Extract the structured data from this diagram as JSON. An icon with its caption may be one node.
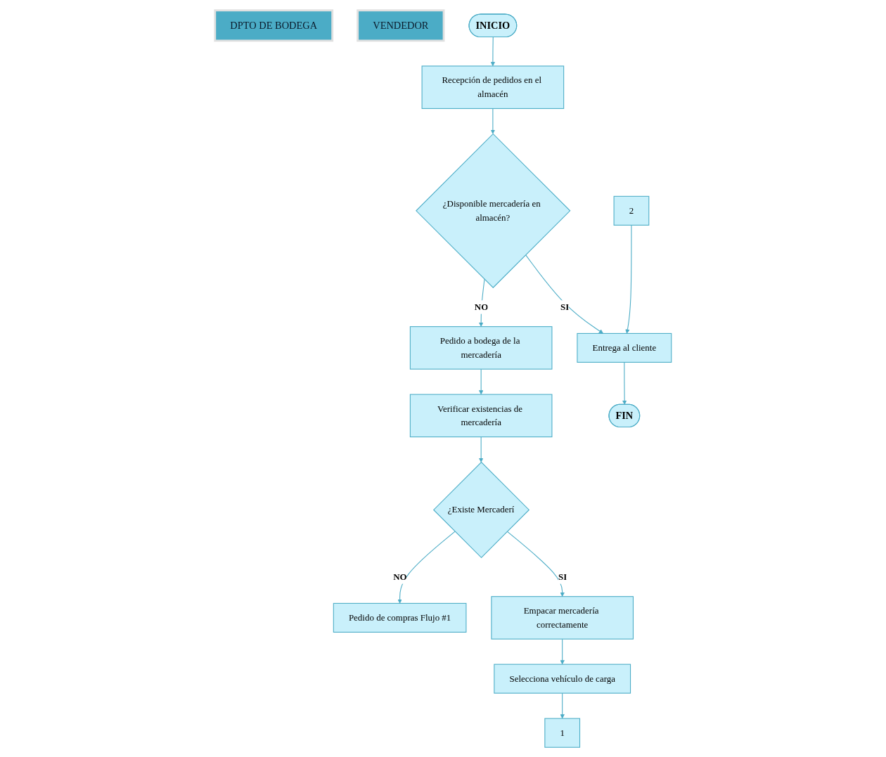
{
  "diagram": {
    "nodes": [
      {
        "text": [
          "DPTO DE BODEGA"
        ]
      },
      {
        "text": [
          "VENDEDOR"
        ]
      },
      {
        "text": [
          "INICIO"
        ]
      },
      {
        "text": [
          "Recepción de pedidos en el almacén"
        ]
      },
      {
        "text": [
          "¿Disponible mercadería en almacén?"
        ]
      },
      {
        "text": [
          "Pedido a bodega de la mercadería"
        ]
      },
      {
        "text": [
          "2"
        ]
      },
      {
        "text": [
          "Entrega al cliente"
        ]
      },
      {
        "text": [
          "FIN"
        ]
      },
      {
        "text": [
          "Verificar existencias de mercadería"
        ]
      },
      {
        "text": [
          "¿Existe Mercaderí"
        ]
      },
      {
        "text": [
          "Pedido de compras Flujo #1"
        ]
      },
      {
        "text": [
          "Empacar mercadería correctamente"
        ]
      },
      {
        "text": [
          "Selecciona vehículo de carga"
        ]
      },
      {
        "text": [
          "1"
        ]
      }
    ],
    "edges": [
      {
        "from": 2,
        "to": 3,
        "arrow": "to"
      },
      {
        "from": 3,
        "to": 4,
        "arrow": "to"
      },
      {
        "from": 4,
        "to": 5,
        "arrow": "to",
        "label": "NO"
      },
      {
        "from": 4,
        "to": 7,
        "arrow": "to",
        "label": "SI"
      },
      {
        "from": 6,
        "to": 7,
        "arrow": "to"
      },
      {
        "from": 7,
        "to": 8,
        "arrow": "to"
      },
      {
        "from": 5,
        "to": 9,
        "arrow": "to"
      },
      {
        "from": 9,
        "to": 10,
        "arrow": "to"
      },
      {
        "from": 10,
        "to": 11,
        "arrow": "to",
        "label": "NO"
      },
      {
        "from": 10,
        "to": 12,
        "arrow": "to",
        "label": "SI"
      },
      {
        "from": 12,
        "to": 13,
        "arrow": "to"
      },
      {
        "from": 13,
        "to": 14,
        "arrow": "to"
      }
    ]
  }
}
